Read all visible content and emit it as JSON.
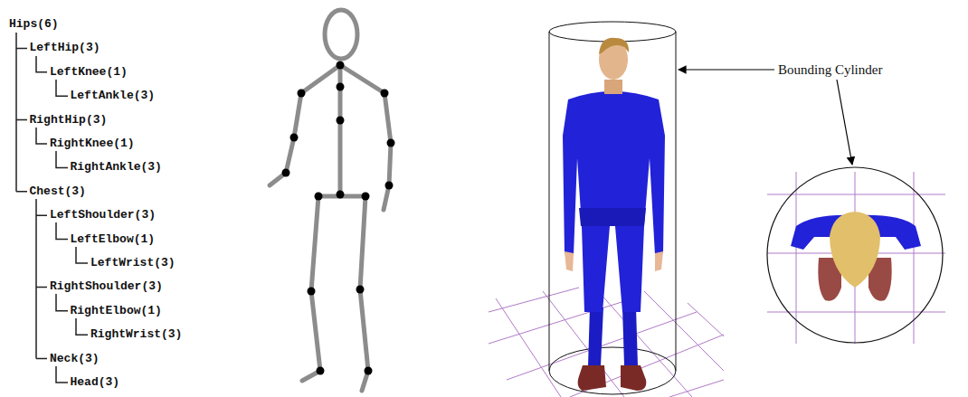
{
  "diagram": {
    "labels": [
      "Hips(6)",
      "LeftHip(3)",
      "LeftKnee(1)",
      "LeftAnkle(3)",
      "RightHip(3)",
      "RightKnee(1)",
      "RightAnkle(3)",
      "Chest(3)",
      "LeftShoulder(3)",
      "LeftElbow(1)",
      "LeftWrist(3)",
      "RightShoulder(3)",
      "RightElbow(1)",
      "RightWrist(3)",
      "Neck(3)",
      "Head(3)",
      "Bounding Cylinder"
    ]
  }
}
